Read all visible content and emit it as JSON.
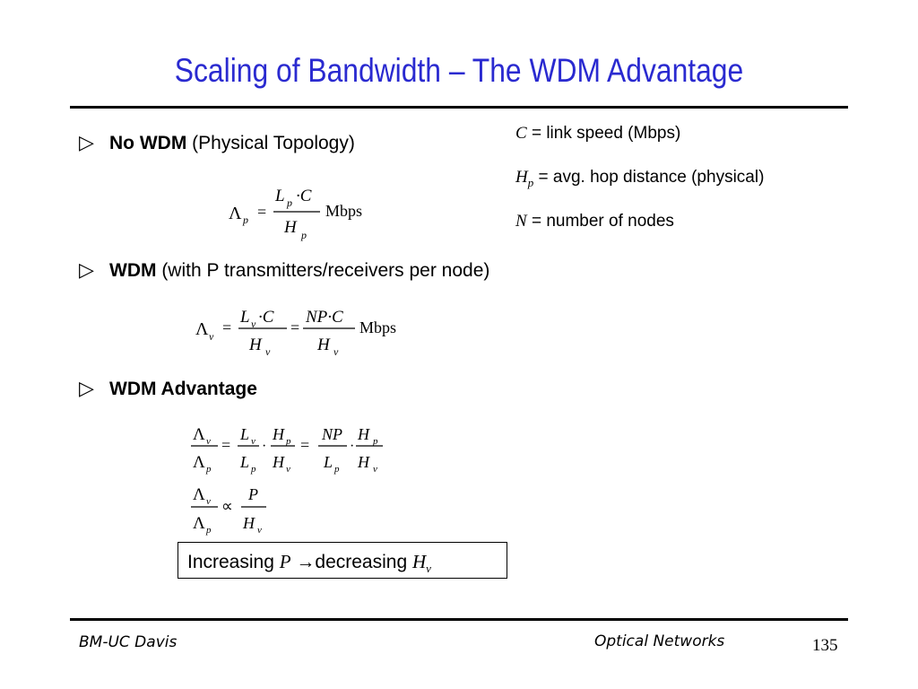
{
  "slide": {
    "title": "Scaling of Bandwidth – The WDM Advantage",
    "bullet_symbol": "▷",
    "bullets": [
      {
        "bold": "No WDM",
        "rest": " (Physical Topology)"
      },
      {
        "bold": "WDM",
        "rest": " (with P transmitters/receivers per node)"
      },
      {
        "bold": "WDM Advantage",
        "rest": ""
      }
    ],
    "definitions": [
      {
        "sym": "C",
        "sub": "",
        "text": " = link speed (Mbps)"
      },
      {
        "sym": "H",
        "sub": "p",
        "text": " = avg. hop distance (physical)"
      },
      {
        "sym": "N",
        "sub": "",
        "text": " = number of nodes"
      }
    ],
    "equations": {
      "eq1": {
        "lhs": "Λ",
        "lhs_sub": "p",
        "num": "L",
        "num_sub": "p",
        "num_rest": "·C",
        "den": "H",
        "den_sub": "p",
        "unit": "Mbps"
      },
      "eq2": {
        "lhs": "Λ",
        "lhs_sub": "v",
        "num1": "L",
        "num1_sub": "v",
        "num1_rest": "·C",
        "den1": "H",
        "den1_sub": "v",
        "num2": "NP·C",
        "den2": "H",
        "den2_sub": "v",
        "unit": "Mbps"
      },
      "eq3": {
        "f1_num": "Λ",
        "f1_num_sub": "v",
        "f1_den": "Λ",
        "f1_den_sub": "p",
        "f2_num": "L",
        "f2_num_sub": "v",
        "f2_den": "L",
        "f2_den_sub": "p",
        "f3_num": "H",
        "f3_num_sub": "p",
        "f3_den": "H",
        "f3_den_sub": "v",
        "f4_num": "NP",
        "f4_den": "L",
        "f4_den_sub": "p",
        "f5_num": "H",
        "f5_num_sub": "p",
        "f5_den": "H",
        "f5_den_sub": "v"
      },
      "eq4": {
        "f1_num": "Λ",
        "f1_num_sub": "v",
        "f1_den": "Λ",
        "f1_den_sub": "p",
        "prop": "∝",
        "f2_num": "P",
        "f2_den": "H",
        "f2_den_sub": "v"
      }
    },
    "highlight": {
      "pre": "Increasing ",
      "var": "P",
      "arrow": " →",
      "post": "decreasing ",
      "var2": "H",
      "var2_sub": "v"
    },
    "footer": {
      "left": "BM-UC Davis",
      "center": "Optical Networks",
      "page": "135"
    }
  }
}
